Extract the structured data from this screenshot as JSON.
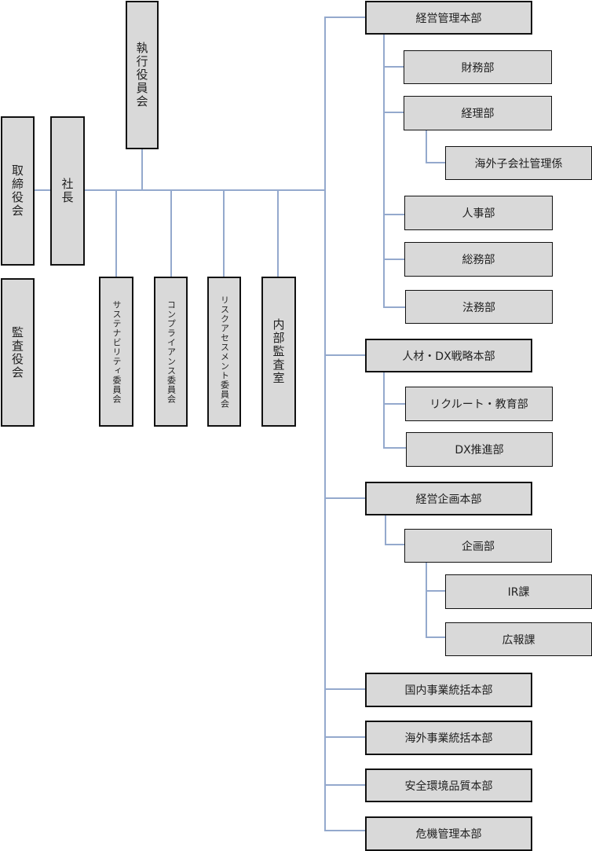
{
  "line_color": "#94a9cd",
  "box_fill": "#d9d9d9",
  "left": {
    "board": "取締役会",
    "president": "社長",
    "executive_committee": "執行役員会",
    "auditors": "監査役会",
    "committees": [
      "サステナビリティ委員会",
      "コンプライアンス委員会",
      "リスクアセスメント委員会",
      "内部監査室"
    ]
  },
  "divisions": [
    {
      "name": "経営管理本部",
      "children": [
        "財務部",
        "経理部",
        "人事部",
        "総務部",
        "法務部"
      ],
      "subchild": "海外子会社管理係"
    },
    {
      "name": "人材・DX戦略本部",
      "children": [
        "リクルート・教育部",
        "DX推進部"
      ]
    },
    {
      "name": "経営企画本部",
      "children": [
        "企画部"
      ],
      "subchildren": [
        "IR課",
        "広報課"
      ]
    },
    {
      "name": "国内事業統括本部"
    },
    {
      "name": "海外事業統括本部"
    },
    {
      "name": "安全環境品質本部"
    },
    {
      "name": "危機管理本部"
    }
  ]
}
